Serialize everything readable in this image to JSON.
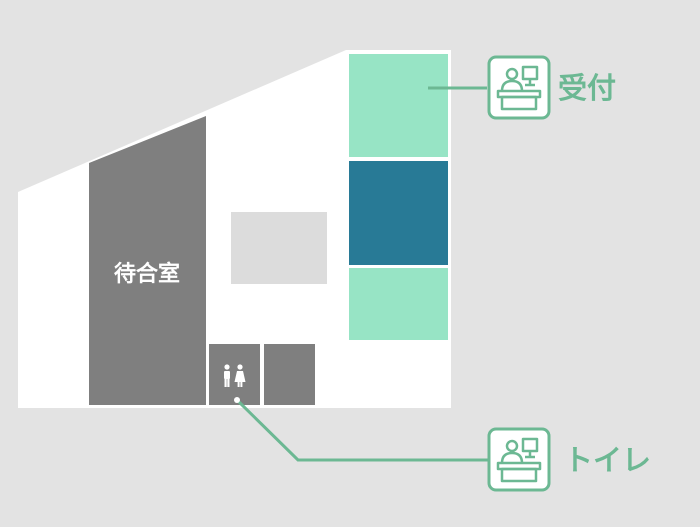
{
  "colors": {
    "background": "#e3e3e3",
    "building": "#ffffff",
    "waiting_room": "#7f7f7f",
    "toilet_block": "#7f7f7f",
    "center_block": "#dcdcdc",
    "reception_light": "#97e4c5",
    "reception_dark": "#287a96",
    "accent": "#6cb893"
  },
  "rooms": {
    "waiting_room_label": "待合室"
  },
  "icons": {
    "toilet": "restroom-icon",
    "reception": "reception-desk-icon"
  },
  "callouts": {
    "reception": {
      "label": "受付",
      "icon": "reception-desk-icon"
    },
    "toilet": {
      "label": "トイレ",
      "icon": "reception-desk-icon"
    }
  }
}
